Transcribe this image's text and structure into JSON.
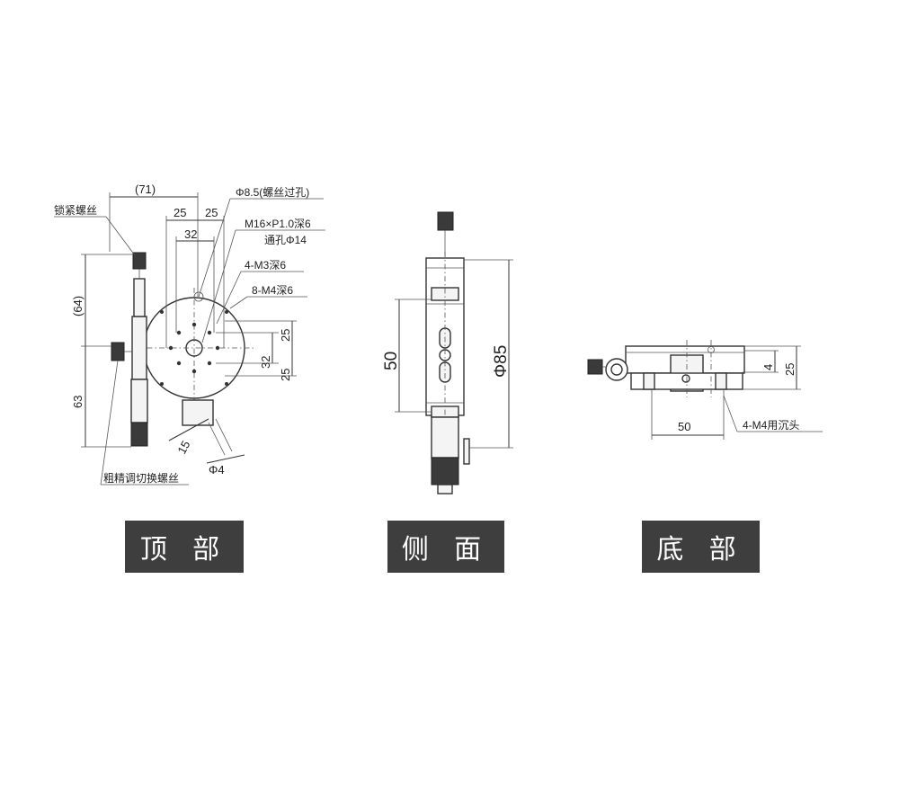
{
  "top_view": {
    "caption": "顶 部",
    "dim_71": "(71)",
    "dim_25_a": "25",
    "dim_25_b": "25",
    "dim_32_top": "32",
    "dim_64": "(64)",
    "dim_63": "63",
    "dim_25_r1": "25",
    "dim_32_r": "32",
    "dim_25_r2": "25",
    "dim_15": "15",
    "dim_phi4": "Φ4",
    "label_lock_screw": "锁紧螺丝",
    "label_phi85_hole": "Φ8.5(螺丝过孔)",
    "label_m16_1": "M16×P1.0深6",
    "label_m16_2": "通孔Φ14",
    "label_m3": "4-M3深6",
    "label_m4": "8-M4深6",
    "label_coarse_fine": "粗精调切换螺丝"
  },
  "side_view": {
    "caption": "侧 面",
    "dim_50": "50",
    "dim_phi85": "Φ85"
  },
  "bottom_view": {
    "caption": "底 部",
    "dim_4": "4",
    "dim_25": "25",
    "dim_50": "50",
    "label_m4_counterbore": "4-M4用沉头"
  }
}
